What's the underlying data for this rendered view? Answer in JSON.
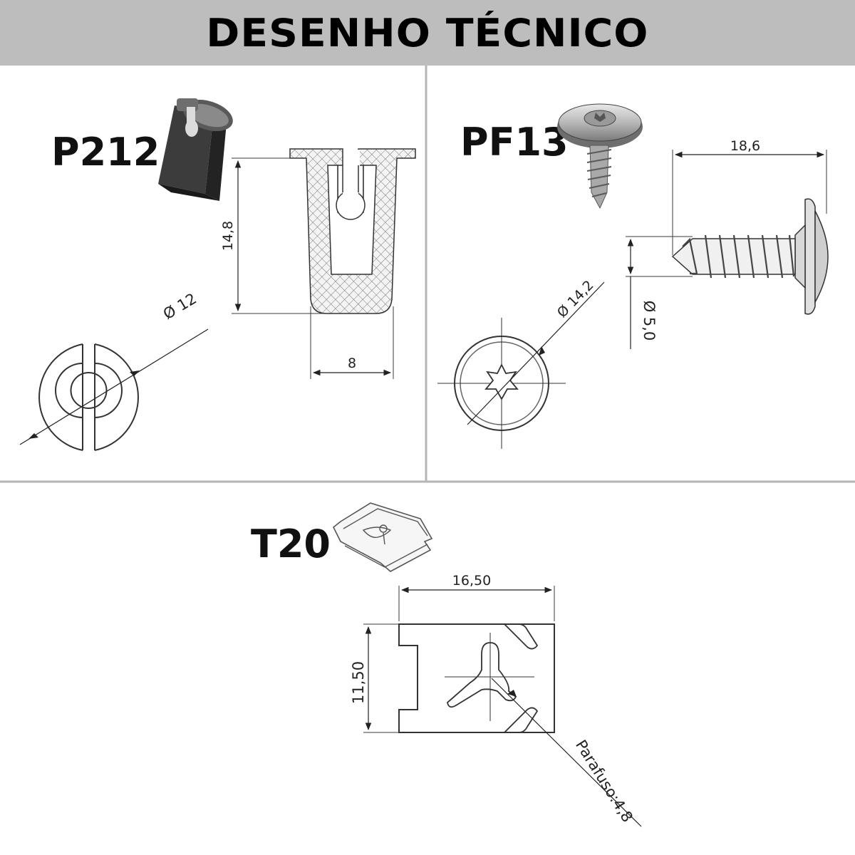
{
  "header": {
    "title": "DESENHO TÉCNICO"
  },
  "parts": {
    "p212": {
      "label": "P212",
      "dims": {
        "height": "14,8",
        "width": "8",
        "diameter": "Ø 12"
      }
    },
    "pf13": {
      "label": "PF13",
      "dims": {
        "length": "18,6",
        "head_diameter": "Ø 14,2",
        "shank_diameter": "Ø 5,0"
      }
    },
    "t20": {
      "label": "T20",
      "dims": {
        "width": "16,50",
        "height": "11,50",
        "screw": "Parafuso:4,8"
      }
    }
  }
}
